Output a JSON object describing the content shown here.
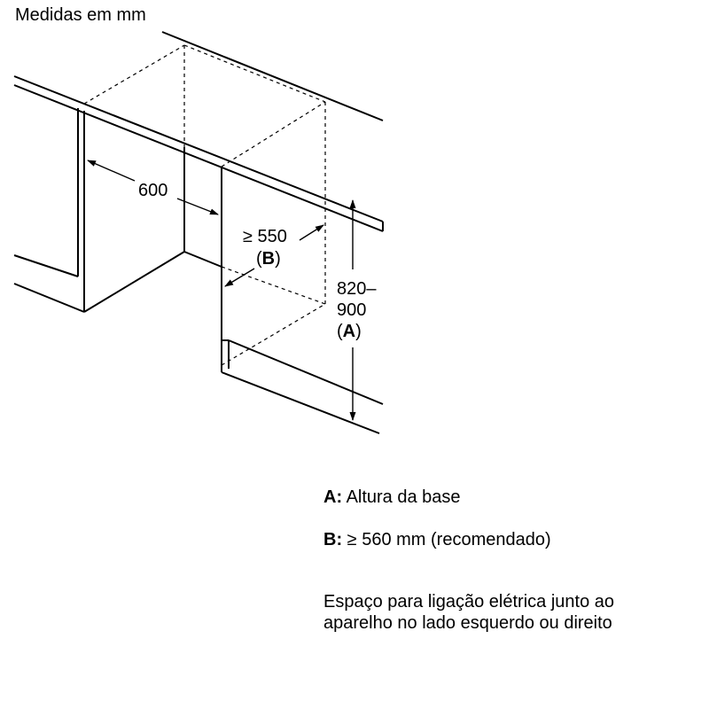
{
  "units_caption": "Medidas em mm",
  "dimensions": {
    "width": "600",
    "depth_prefix": "≥ 550",
    "depth_ref_open": "(",
    "depth_ref": "B",
    "depth_ref_close": ")",
    "height_line1": "820–",
    "height_line2": "900",
    "height_ref_open": "(",
    "height_ref": "A",
    "height_ref_close": ")"
  },
  "legend": {
    "a_key": "A:",
    "a_text": " Altura da base",
    "b_key": "B:",
    "b_text": " ≥ 560 mm (recomendado)"
  },
  "note": {
    "line1": "Espaço para ligação elétrica junto ao",
    "line2": "aparelho no lado esquerdo ou direito"
  },
  "colors": {
    "line": "#000000",
    "background": "#ffffff"
  }
}
